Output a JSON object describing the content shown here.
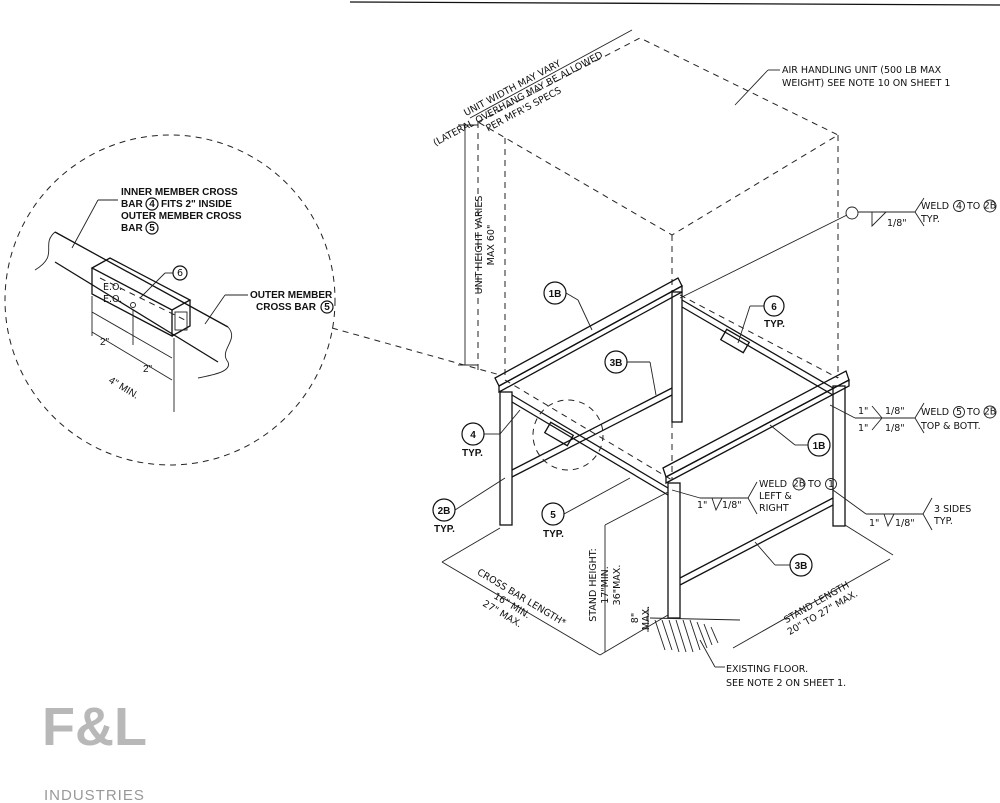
{
  "notes": {
    "unit_width": [
      "UNIT WIDTH MAY VARY",
      "(LATERAL OVERHANG MAY BE ALLOWED",
      "PER MFR'S SPECS"
    ],
    "unit_height": [
      "UNIT HEIGHT VARIES",
      "MAX 60\""
    ],
    "air_handling": [
      "AIR HANDLING UNIT (500 LB MAX",
      "WEIGHT) SEE NOTE 10 ON SHEET 1"
    ],
    "detail_inner": [
      "INNER MEMBER CROSS",
      "BAR",
      "FITS 2\" INSIDE",
      "OUTER MEMBER CROSS",
      "BAR"
    ],
    "detail_outer": [
      "OUTER MEMBER",
      "CROSS BAR"
    ],
    "detail_eo": "E.O.",
    "detail_dims": [
      "2\"",
      "2\"",
      "4\" MIN."
    ],
    "weld_top": [
      "1/8\"",
      "WELD",
      "TO",
      "TYP."
    ],
    "weld_mid": [
      "1\"",
      "1/8\"",
      "1\"",
      "1/8\"",
      "WELD",
      "TO",
      "TOP & BOTT."
    ],
    "weld_left": [
      "1\"",
      "1/8\"",
      "WELD",
      "TO",
      "LEFT &",
      "RIGHT"
    ],
    "weld_sides": [
      "1\"",
      "1/8\"",
      "3 SIDES",
      "TYP."
    ],
    "cross_bar": [
      "CROSS BAR LENGTH*",
      "16\" MIN.",
      "27\" MAX."
    ],
    "stand_height": [
      "STAND HEIGHT:",
      "17\"MIN.",
      "36\"MAX."
    ],
    "floor_gap": [
      "8\"",
      "MAX."
    ],
    "stand_length": [
      "STAND LENGTH",
      "20\" TO 27\" MAX."
    ],
    "floor": [
      "EXISTING FLOOR.",
      "SEE NOTE 2 ON SHEET 1."
    ],
    "typ": "TYP."
  },
  "callouts": {
    "c1B": "1B",
    "c3B": "3B",
    "c2B": "2B",
    "c4": "4",
    "c5": "5",
    "c6": "6",
    "c1": "1"
  },
  "logo": {
    "mark": "F&L",
    "name": "INDUSTRIES"
  }
}
